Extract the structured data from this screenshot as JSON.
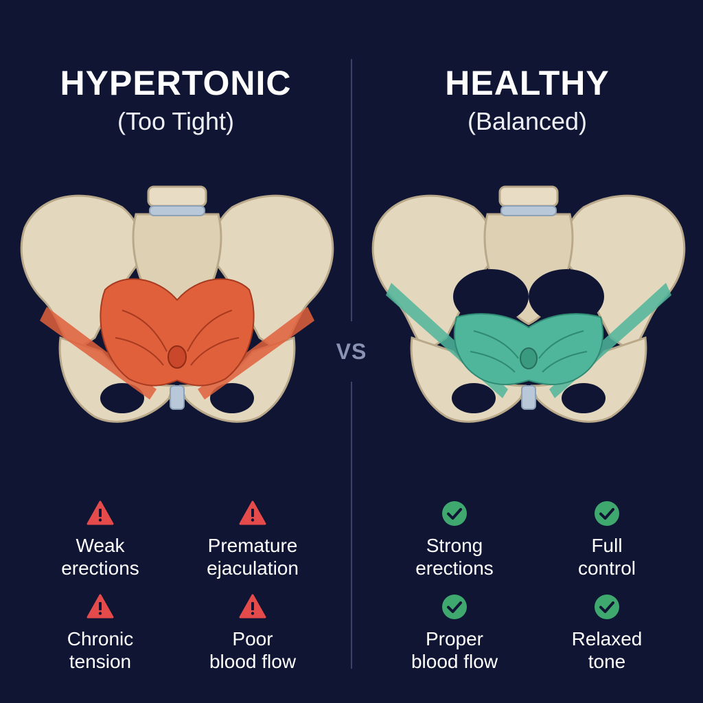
{
  "left_panel": {
    "title": "HYPERTONIC",
    "subtitle": "(Too Tight)",
    "muscle_color": "#e0603c",
    "items": [
      {
        "line1": "Weak",
        "line2": "erections",
        "icon": "warning-icon"
      },
      {
        "line1": "Premature",
        "line2": "ejaculation",
        "icon": "warning-icon"
      },
      {
        "line1": "Chronic",
        "line2": "tension",
        "icon": "warning-icon"
      },
      {
        "line1": "Poor",
        "line2": "blood flow",
        "icon": "warning-icon"
      }
    ],
    "icon_color": "#e54b4b"
  },
  "right_panel": {
    "title": "HEALTHY",
    "subtitle": "(Balanced)",
    "muscle_color": "#4fb59b",
    "items": [
      {
        "line1": "Strong",
        "line2": "erections",
        "icon": "check-circle-icon"
      },
      {
        "line1": "Full",
        "line2": "control",
        "icon": "check-circle-icon"
      },
      {
        "line1": "Proper",
        "line2": "blood flow",
        "icon": "check-circle-icon"
      },
      {
        "line1": "Relaxed",
        "line2": "tone",
        "icon": "check-circle-icon"
      }
    ],
    "icon_color": "#3fa86f"
  },
  "vs_label": "VS",
  "colors": {
    "background": "#0f1533",
    "bone": "#e3d7bd",
    "bone_shadow": "#b9a98a",
    "disc": "#b9c8d8"
  }
}
